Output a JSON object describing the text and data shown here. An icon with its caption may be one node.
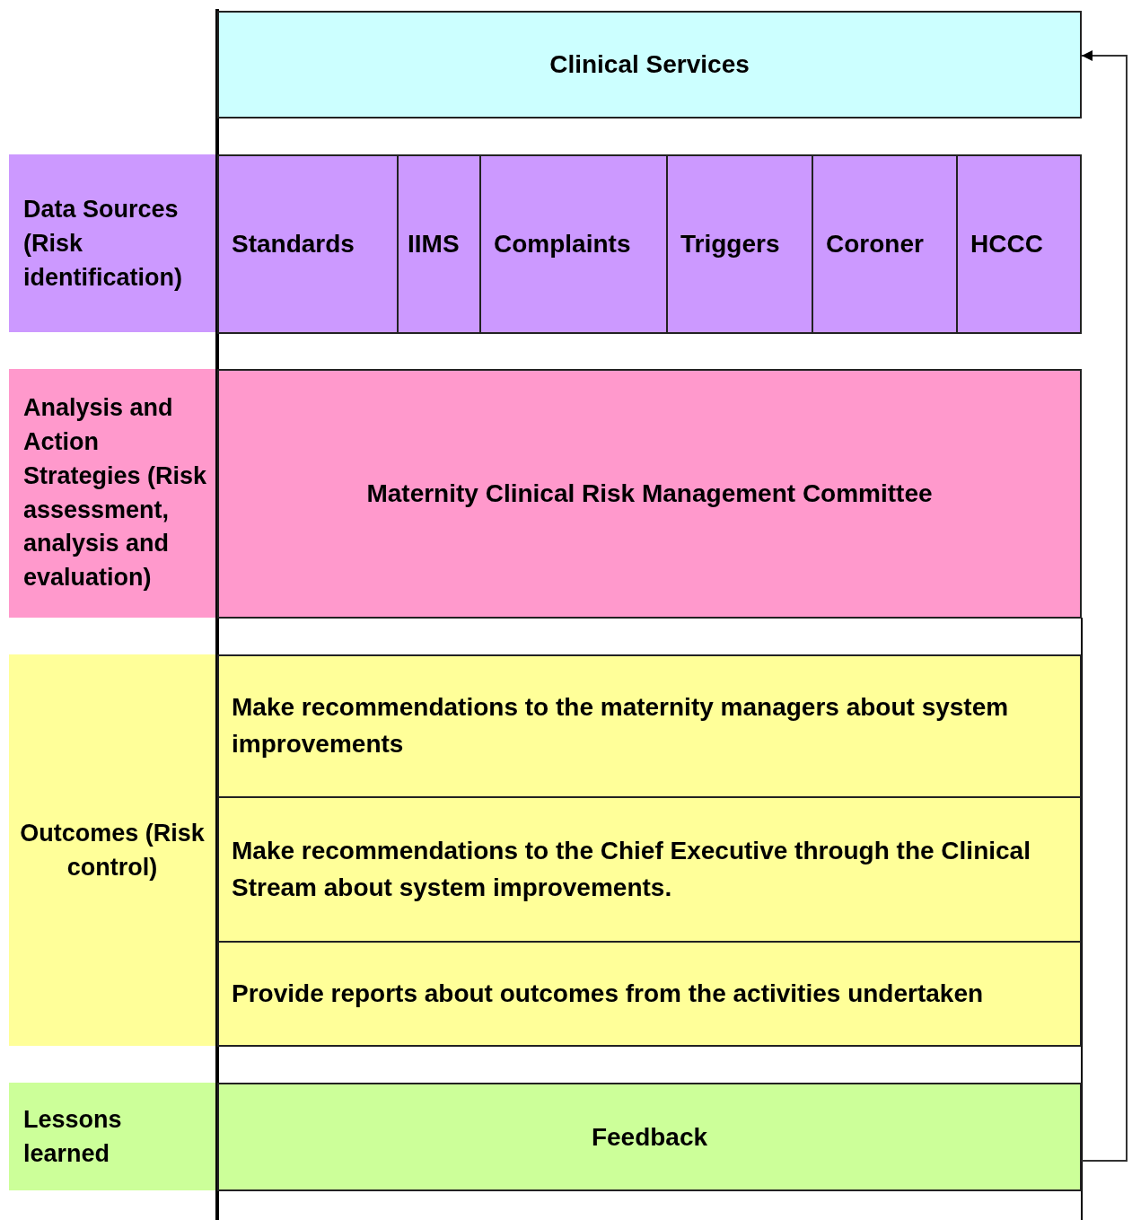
{
  "diagram": {
    "nodes": [
      {
        "text": [
          "Clinical Services"
        ]
      },
      {
        "text": [
          "Data Sources (Risk identification)"
        ]
      },
      {
        "text": [
          "Standards"
        ]
      },
      {
        "text": [
          "IIMS"
        ]
      },
      {
        "text": [
          "Complaints"
        ]
      },
      {
        "text": [
          "Triggers"
        ]
      },
      {
        "text": [
          "Coroner"
        ]
      },
      {
        "text": [
          "HCCC"
        ]
      },
      {
        "text": [
          "Analysis and Action Strategies (Risk assessment, analysis and evaluation)"
        ]
      },
      {
        "text": [
          "Maternity Clinical Risk Management Committee"
        ]
      },
      {
        "text": [
          "Outcomes (Risk control)"
        ]
      },
      {
        "text": [
          "Make recommendations to the maternity managers about system improvements"
        ]
      },
      {
        "text": [
          "Make recommendations to the Chief Executive through the Clinical Stream about system improvements."
        ]
      },
      {
        "text": [
          "Provide reports about outcomes from the activities undertaken"
        ]
      },
      {
        "text": [
          "Lessons learned"
        ]
      },
      {
        "text": [
          "Feedback"
        ]
      }
    ],
    "edges": [
      {
        "from": 15,
        "to": 0,
        "arrow": "to"
      }
    ]
  }
}
